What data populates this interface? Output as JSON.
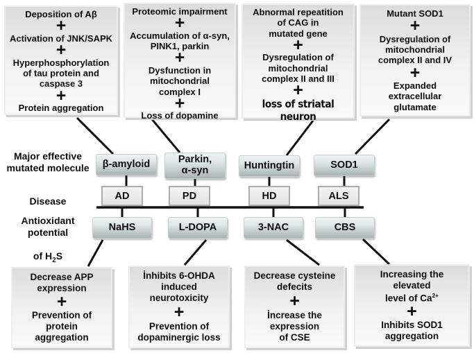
{
  "symbols": {
    "plus": "+"
  },
  "row_labels": {
    "molecule": "Major effective\nmutated molecule",
    "disease": "Disease",
    "h2s_line1": "Antioxidant potential",
    "h2s_of_h": "of H",
    "h2s_sub": "2",
    "h2s_s": "S"
  },
  "top_boxes": [
    {
      "segments": [
        "Deposition of Aβ",
        "Activation of JNK/SAPK",
        "Hyperphosphorylation\nof tau protein and\ncaspase 3",
        "Protein aggregation"
      ]
    },
    {
      "segments": [
        "Proteomic impairment",
        "Accumulation of α-syn,\nPINK1, parkin",
        "Dysfunction in\nmitochondrial\ncomplex I",
        "Loss of dopamine"
      ]
    },
    {
      "segments": [
        "Abnormal repeatition\nof CAG in\nmutated gene",
        "Dysregulation of\nmitochondrial\ncomplex II and III",
        "loss of striatal neuron"
      ]
    },
    {
      "segments": [
        "Mutant SOD1",
        "Dysregulation of\nmitochondrial\ncomplex II and IV",
        "Expanded\nextracellular\nglutamate"
      ]
    }
  ],
  "molecules": [
    "β-amyloid",
    "Parkin,\nα-syn",
    "Huntingtin",
    "SOD1"
  ],
  "diseases": [
    "AD",
    "PD",
    "HD",
    "ALS"
  ],
  "h2s_agents": [
    "NaHS",
    "L-DOPA",
    "3-NAC",
    "CBS"
  ],
  "bottom_boxes": [
    {
      "segments": [
        "Decrease APP\nexpression",
        "Prevention of\nprotein\naggregation"
      ]
    },
    {
      "segments": [
        "İnhibits 6-OHDA\ninduced\nneurotoxicity",
        "Prevention of\ndopaminergic loss"
      ]
    },
    {
      "segments": [
        "Decrease cysteine\ndefecits",
        "İncrease the\nexpression\nof CSE"
      ]
    },
    {
      "segments": [
        "Increasing the\nelevated",
        "Inhibits SOD1\naggregation"
      ],
      "ca_prefix": "level of Ca",
      "ca_sup": "2+"
    }
  ],
  "colors": {
    "pill_gradient_top": "#eef4f3",
    "pill_gradient_bottom": "#a9b3b3",
    "box_gradient_top": "#dcdcdc",
    "box_gradient_bottom": "#fafafa",
    "line": "#101010"
  }
}
